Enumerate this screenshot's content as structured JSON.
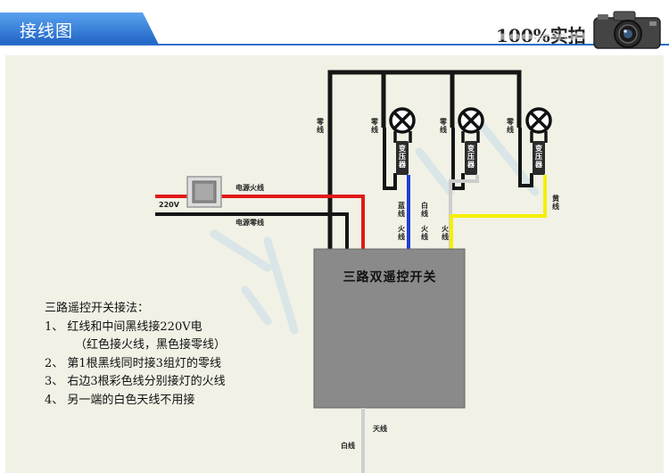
{
  "header": {
    "title": "接线图",
    "badge": "100%实拍",
    "accent": "#2a6fc9"
  },
  "diagram": {
    "labels": {
      "neutral_left": "零线",
      "neutral_lamp1": "零线",
      "neutral_lamp2": "零线",
      "neutral_lamp3": "零线",
      "transformer": "变压器",
      "power_live": "电源火线",
      "power_neutral": "电源零线",
      "voltage": "220V",
      "blue_wire": "蓝线",
      "white_wire": "白线",
      "yellow_wire": "黄线",
      "live_1": "火线",
      "live_2": "火线",
      "live_3": "火线",
      "antenna": "天线",
      "antenna_white": "白线"
    },
    "controller_title": "三路双遥控开关"
  },
  "instructions": {
    "heading": "三路遥控开关接法：",
    "lines": [
      "1、 红线和中间黑线接220V电",
      "（红色接火线，黑色接零线）",
      "2、 第1根黑线同时接3组灯的零线",
      "3、 右边3根彩色线分别接灯的火线",
      "4、 另一端的白色天线不用接"
    ]
  }
}
